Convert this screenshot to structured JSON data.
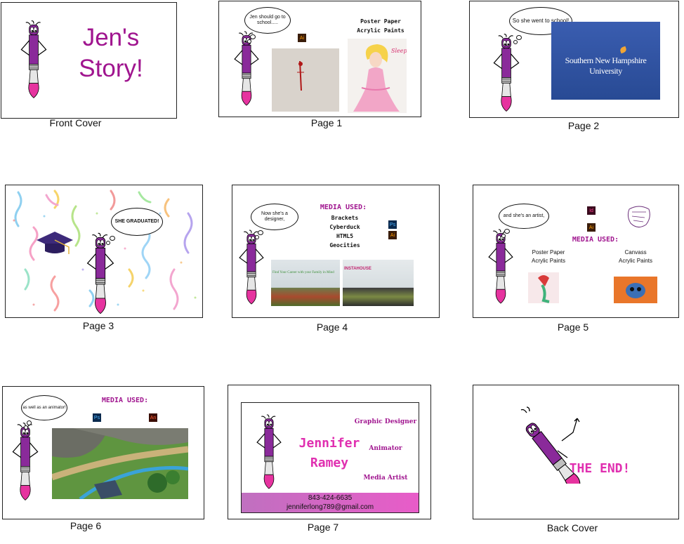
{
  "captions": {
    "front": "Front Cover",
    "p1": "Page 1",
    "p2": "Page 2",
    "p3": "Page 3",
    "p4": "Page 4",
    "p5": "Page 5",
    "p6": "Page 6",
    "p7": "Page 7",
    "back": "Back Cover"
  },
  "front": {
    "title_line1": "Jen's",
    "title_line2": "Story!"
  },
  "page1": {
    "bubble": "Jen should go to school.....",
    "badge": "Ai",
    "media1": "Poster Paper",
    "media2": "Acrylic Paints",
    "art_text": "Sleeping Beauty"
  },
  "page2": {
    "bubble": "So she went to school!",
    "university": "Southern New Hampshire University"
  },
  "page3": {
    "bubble": "SHE GRADUATED!"
  },
  "page4": {
    "bubble": "Now she's a designer,",
    "heading": "MEDIA USED:",
    "items": [
      "Brackets",
      "Cyberduck",
      "HTML5",
      "Geocities"
    ],
    "badge_ps": "Ps",
    "badge_ai": "Ai",
    "shot1_text": "Find Your Career with your Family in Mind",
    "shot2_text": "INSTAHOUSE"
  },
  "page5": {
    "bubble": "and she's an artist,",
    "badge_id": "Id",
    "badge_ai": "Ai",
    "heading": "MEDIA USED:",
    "left1": "Poster Paper",
    "left2": "Acrylic Paints",
    "right1": "Canvass",
    "right2": "Acrylic Paints"
  },
  "page6": {
    "bubble": "as well as an animator!",
    "heading": "MEDIA USED:",
    "badge_ps": "Ps",
    "badge_an": "An"
  },
  "page7": {
    "name1": "Jennifer",
    "name2": "Ramey",
    "role1": "Graphic Designer",
    "role2": "Animator",
    "role3": "Media Artist",
    "phone": "843-424-6635",
    "email": "jenniferlong789@gmail.com"
  },
  "back": {
    "the_end": "THE END!"
  },
  "colors": {
    "magenta": "#a0158f",
    "body_purple": "#8a2a9a",
    "brush_pink": "#e6339f",
    "ps_blue": "#0a2a4e",
    "ai_brown": "#3a1d0a",
    "id_maroon": "#3a0b1e",
    "snhu_blue": "#3250a0"
  }
}
